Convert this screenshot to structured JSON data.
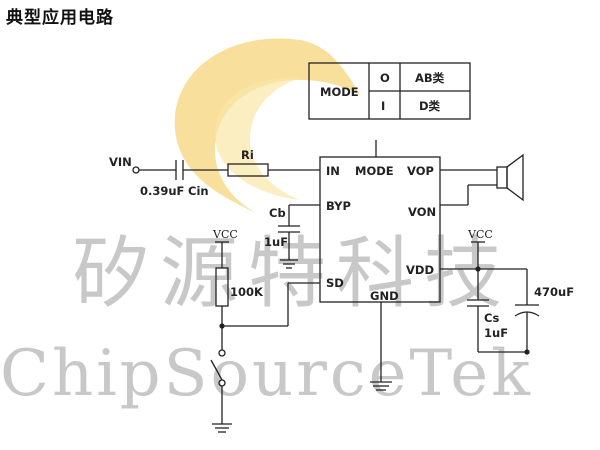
{
  "title": "典型应用电路",
  "watermark": {
    "chinese": "矽源特科技",
    "english": "ChipSourceTek",
    "logo_colors": [
      "#f3c44a",
      "#fae7a6"
    ]
  },
  "mode_table": {
    "mode": "MODE",
    "rows": [
      {
        "bit": "O",
        "class": "AB类"
      },
      {
        "bit": "I",
        "class": "D类"
      }
    ]
  },
  "chip": {
    "pins": {
      "in": "IN",
      "mode": "MODE",
      "vop": "VOP",
      "byp": "BYP",
      "von": "VON",
      "vdd": "VDD",
      "sd": "SD",
      "gnd": "GND"
    }
  },
  "components": {
    "vin": "VIN",
    "cin_value": "0.39uF",
    "cin_name": "Cin",
    "ri": "Ri",
    "cb_name": "Cb",
    "cb_value": "1uF",
    "vcc_left": "VCC",
    "r_pullup": "100K",
    "vcc_right": "VCC",
    "cs_name": "Cs",
    "cs_value": "1uF",
    "c_bulk": "470uF"
  }
}
